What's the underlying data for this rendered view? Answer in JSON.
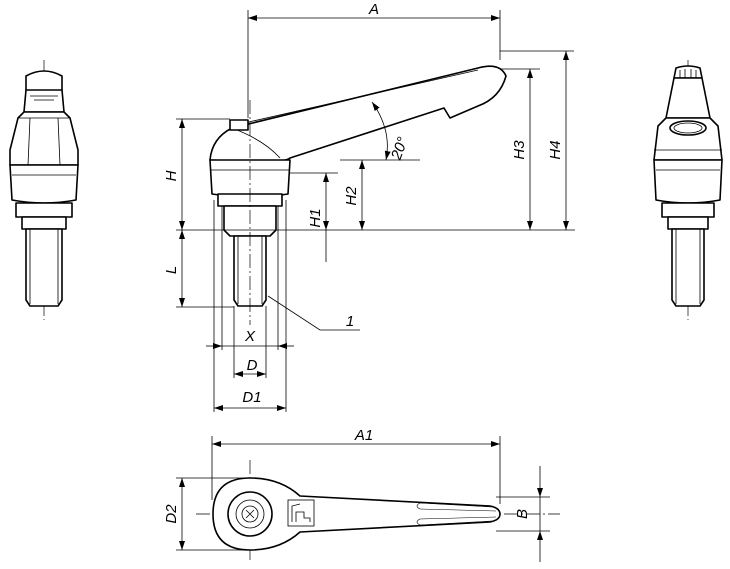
{
  "labels": {
    "A": "A",
    "A1": "A1",
    "H": "H",
    "H1": "H1",
    "H2": "H2",
    "H3": "H3",
    "H4": "H4",
    "L": "L",
    "X": "X",
    "D": "D",
    "D1": "D1",
    "D2": "D2",
    "B": "B",
    "angle": "20°",
    "item1": "1"
  },
  "colors": {
    "line": "#000000",
    "background": "#ffffff"
  },
  "icons": [
    "logo-mark-icon"
  ]
}
